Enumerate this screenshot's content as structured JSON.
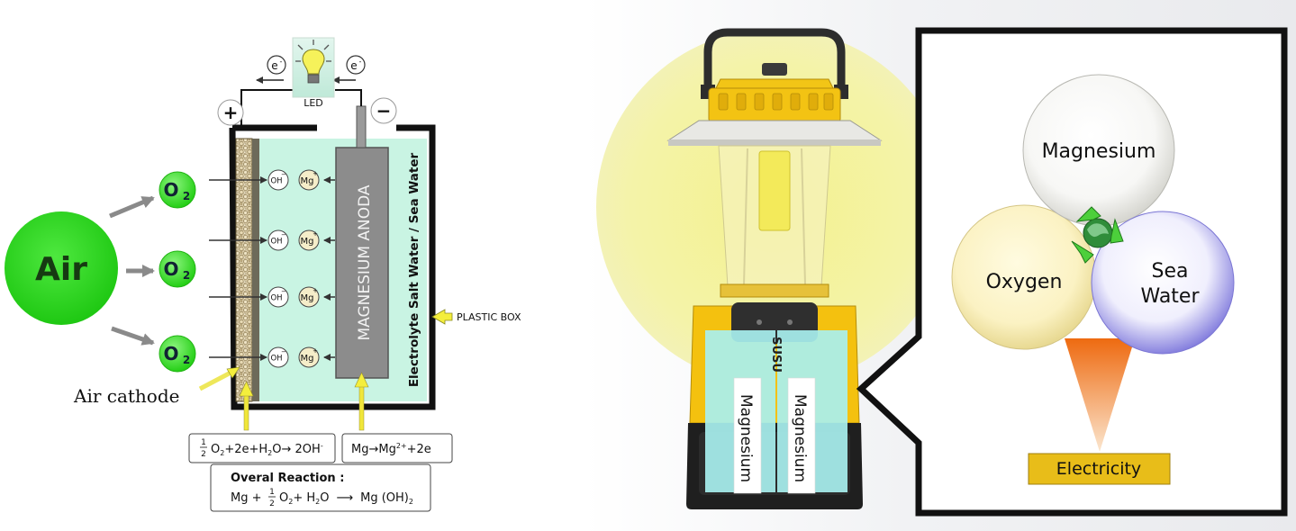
{
  "left_diagram": {
    "air_label": "Air",
    "o2_label": "O",
    "o2_sub": "2",
    "electron_label": "e",
    "electron_sup": "-",
    "led_label": "LED",
    "plus_sign": "+",
    "minus_sign": "−",
    "oh_label": "OH",
    "oh_sup": "−",
    "mg_label": "Mg",
    "mg_sup": "+",
    "anode_label": "MAGNESIUM ANODA",
    "electrolyte_label": "Electrolyte Salt Water / Sea Water",
    "plastic_box_label": "PLASTIC BOX",
    "air_cathode_label": "Air cathode",
    "cathode_reaction": {
      "frac_num": "1",
      "frac_den": "2",
      "part1": "O",
      "sub1": "2",
      "part2": "+2e+H",
      "sub2": "2",
      "part3": "O→ 2OH",
      "sup3": "-"
    },
    "anode_reaction": {
      "part1": "Mg→Mg",
      "sup1": "2+",
      "part2": "+2e"
    },
    "overall_title": "Overal Reaction :",
    "overall_reaction": {
      "part1": "Mg +",
      "frac_num": "1",
      "frac_den": "2",
      "part2": "O",
      "sub2": "2",
      "part3": "+ H",
      "sub3": "2",
      "part4": "O",
      "arrow": "⟶",
      "part5": "Mg (OH)",
      "sub5": "2"
    }
  },
  "lantern": {
    "brand_text": "SUSU",
    "plate_left_label": "Magnesium",
    "plate_right_label": "Magnesium"
  },
  "right_panel": {
    "magnesium_label": "Magnesium",
    "oxygen_label": "Oxygen",
    "sea_water_line1": "Sea",
    "sea_water_line2": "Water",
    "electricity_label": "Electricity",
    "recycle_icon": "recycle-globe-icon"
  },
  "colors": {
    "air_green": "#27d61c",
    "o2_green": "#3ee02e",
    "electrolyte": "#c9f4e3",
    "anode_gray": "#8c8c8c",
    "lantern_yellow": "#f3c00f",
    "glow_yellow": "#f4f3a6",
    "magnesium_plate": "#a8f0ef",
    "electricity_box": "#e8bd19",
    "cone_orange": "#f07c1e",
    "sea_water_blue": "#8a85e0"
  }
}
